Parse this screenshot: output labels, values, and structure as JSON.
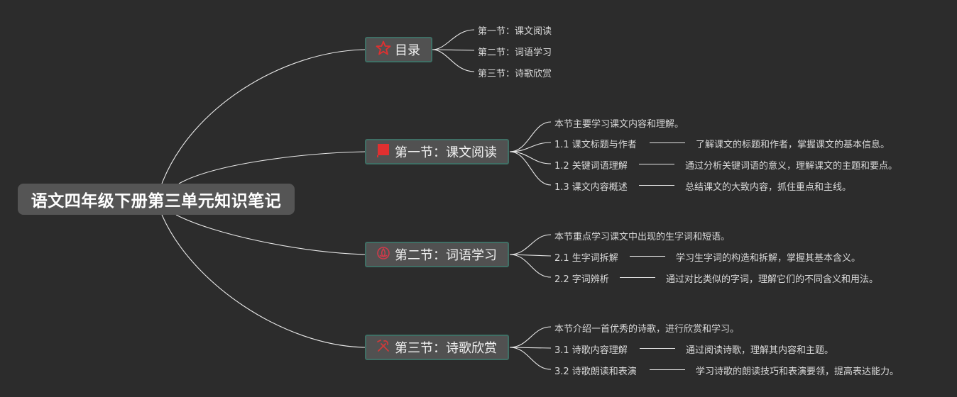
{
  "root": {
    "title": "语文四年级下册第三单元知识笔记"
  },
  "branches": [
    {
      "label": "目录",
      "icon": "star-icon",
      "items": [
        {
          "text": "第一节：课文阅读"
        },
        {
          "text": "第二节：词语学习"
        },
        {
          "text": "第三节：诗歌欣赏"
        }
      ]
    },
    {
      "label": "第一节：课文阅读",
      "icon": "red-flag-icon",
      "intro": "本节主要学习课文内容和理解。",
      "items": [
        {
          "text": "1.1 课文标题与作者",
          "detail": "了解课文的标题和作者，掌握课文的基本信息。"
        },
        {
          "text": "1.2 关键词语理解",
          "detail": "通过分析关键词语的意义，理解课文的主题和要点。"
        },
        {
          "text": "1.3 课文内容概述",
          "detail": "总结课文的大致内容，抓住重点和主线。"
        }
      ]
    },
    {
      "label": "第二节：词语学习",
      "icon": "lotus-icon",
      "intro": "本节重点学习课文中出现的生字词和短语。",
      "items": [
        {
          "text": "2.1 生字词拆解",
          "detail": "学习生字词的构造和拆解，掌握其基本含义。"
        },
        {
          "text": "2.2 字词辨析",
          "detail": "通过对比类似的字词，理解它们的不同含义和用法。"
        }
      ]
    },
    {
      "label": "第三节：诗歌欣赏",
      "icon": "tools-icon",
      "intro": "本节介绍一首优秀的诗歌，进行欣赏和学习。",
      "items": [
        {
          "text": "3.1 诗歌内容理解",
          "detail": "通过阅读诗歌，理解其内容和主题。"
        },
        {
          "text": "3.2 诗歌朗读和表演",
          "detail": "学习诗歌的朗读技巧和表演要领，提高表达能力。"
        }
      ]
    }
  ],
  "colors": {
    "background": "#2c2c2c",
    "root_fill": "#555555",
    "branch_fill": "#515151",
    "branch_border": "#3f6f65",
    "connector": "#e6e6e6",
    "icon_red": "#e03030"
  }
}
